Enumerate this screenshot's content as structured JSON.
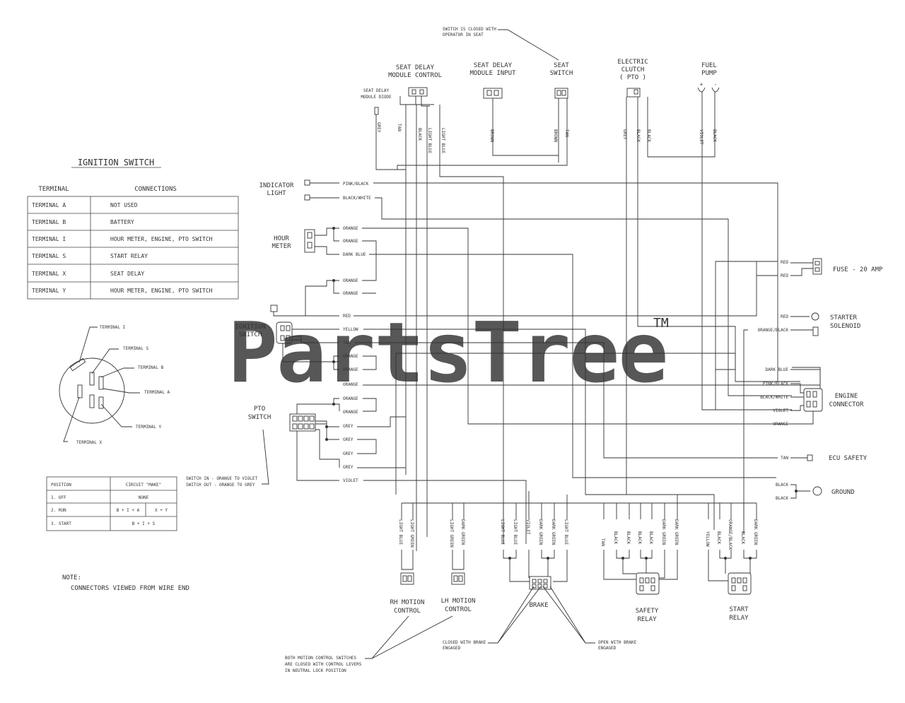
{
  "ignition_table": {
    "title": "IGNITION SWITCH",
    "header_terminal": "TERMINAL",
    "header_connections": "CONNECTIONS",
    "rows": [
      {
        "terminal": "TERMINAL  A",
        "connection": "NOT USED"
      },
      {
        "terminal": "TERMINAL  B",
        "connection": "BATTERY"
      },
      {
        "terminal": "TERMINAL  I",
        "connection": "HOUR METER, ENGINE, PTO SWITCH"
      },
      {
        "terminal": "TERMINAL  S",
        "connection": "START RELAY"
      },
      {
        "terminal": "TERMINAL  X",
        "connection": "SEAT DELAY"
      },
      {
        "terminal": "TERMINAL  Y",
        "connection": "HOUR METER, ENGINE, PTO SWITCH"
      }
    ]
  },
  "switch_terminals": {
    "i": "TERMINAL I",
    "s": "TERMINAL S",
    "b": "TERMINAL B",
    "a": "TERMINAL A",
    "y": "TERMINAL Y",
    "x": "TERMINAL X"
  },
  "position_table": {
    "header_position": "POSITION",
    "header_circuit": "CIRCUIT \"MAKE\"",
    "rows": [
      {
        "position": "1.  OFF",
        "circuit": "NONE",
        "circuit2": ""
      },
      {
        "position": "2.  RUN",
        "circuit": "B + I + A",
        "circuit2": "X  +  Y"
      },
      {
        "position": "3.  START",
        "circuit": "B  +  I  +  S",
        "circuit2": ""
      }
    ]
  },
  "note": {
    "line1": "NOTE:",
    "line2": "CONNECTORS VIEWED FROM WIRE END"
  },
  "components": {
    "seat_delay_diode": [
      "SEAT DELAY",
      "MODULE DIODE"
    ],
    "seat_delay_control": [
      "SEAT DELAY",
      "MODULE CONTROL"
    ],
    "seat_delay_input": [
      "SEAT DELAY",
      "MODULE INPUT"
    ],
    "seat_switch": [
      "SEAT",
      "SWITCH"
    ],
    "electric_clutch": [
      "ELECTRIC",
      "CLUTCH",
      "( PTO )"
    ],
    "fuel_pump": [
      "FUEL",
      "PUMP"
    ],
    "indicator_light": [
      "INDICATOR",
      "LIGHT"
    ],
    "hour_meter": [
      "HOUR",
      "METER"
    ],
    "ignition_switch": [
      "IGNITION",
      "SWITCH"
    ],
    "pto_switch": [
      "PTO",
      "SWITCH"
    ],
    "fuse": "FUSE - 20 AMP",
    "starter_solenoid": [
      "STARTER",
      "SOLENOID"
    ],
    "engine_connector": [
      "ENGINE",
      "CONNECTOR"
    ],
    "ecu_safety": "ECU SAFETY",
    "ground": "GROUND",
    "rh_motion": [
      "RH MOTION",
      "CONTROL"
    ],
    "lh_motion": [
      "LH MOTION",
      "CONTROL"
    ],
    "brake": "BRAKE",
    "safety_relay": [
      "SAFETY",
      "RELAY"
    ],
    "start_relay": [
      "START",
      "RELAY"
    ]
  },
  "annotations": {
    "seat_note": [
      "SWITCH IS CLOSED WITH",
      "OPERATOR IN SEAT"
    ],
    "pto_note": [
      "SWITCH IN - ORANGE TO VIOLET",
      "SWITCH OUT - ORANGE TO GREY"
    ],
    "motion_note": [
      "BOTH MOTION CONTROL SWITCHES",
      "ARE CLOSED WITH CONTROL LEVERS",
      "IN NEUTRAL LOCK POSITION"
    ],
    "brake_closed": [
      "CLOSED WITH BRAKE",
      "ENGAGED"
    ],
    "brake_open": [
      "OPEN WITH BRAKE",
      "ENGAGED"
    ],
    "plus": "+",
    "minus": "-"
  },
  "top_wires": {
    "grey": "GREY",
    "tan": "TAN",
    "black": "BLACK",
    "light_blue": "LIGHT BLUE",
    "brown": "BROWN",
    "violet": "VIOLET"
  },
  "left_wires": {
    "pink_black": "PINK/BLACK",
    "black_white": "BLACK/WHITE",
    "orange": "ORANGE",
    "dark_blue": "DARK BLUE",
    "red": "RED",
    "yellow": "YELLOW",
    "tan": "TAN",
    "grey": "GREY",
    "violet": "VIOLET"
  },
  "right_wires": {
    "red": "RED",
    "orange_black": "ORANGE/BLACK",
    "dark_blue": "DARK BLUE",
    "pink_black": "PINK/BLACK",
    "black_white": "BLACK/WHITE",
    "violet": "VIOLET",
    "orange": "ORANGE",
    "tan": "TAN",
    "black": "BLACK"
  },
  "bottom_wires": {
    "light_blue": "LIGHT BLUE",
    "light_green": "LIGHT GREEN",
    "dark_green": "DARK GREEN",
    "violet": "VIOLET",
    "tan": "TAN",
    "black": "BLACK",
    "yellow": "YELLOW",
    "orange_black": "ORANGE/BLACK"
  },
  "watermark": {
    "text": "PartsTree",
    "tm": "TM"
  }
}
